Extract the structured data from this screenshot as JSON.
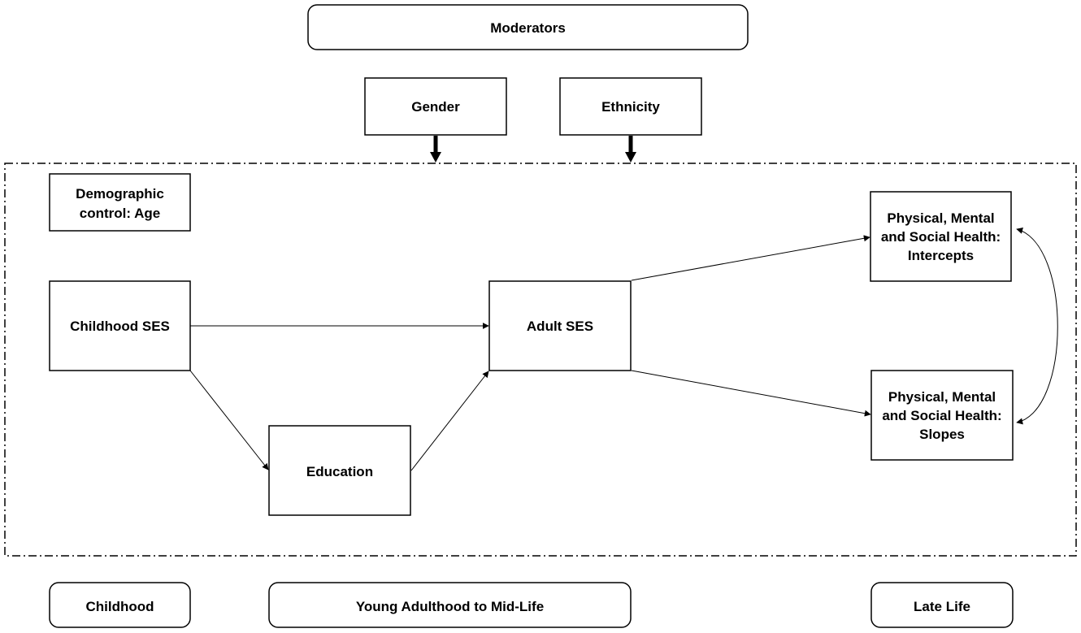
{
  "header": {
    "moderators": "Moderators",
    "gender": "Gender",
    "ethnicity": "Ethnicity"
  },
  "nodes": {
    "demographic_control": [
      "Demographic",
      "control: Age"
    ],
    "childhood_ses": "Childhood SES",
    "education": "Education",
    "adult_ses": "Adult SES",
    "health_intercepts": [
      "Physical, Mental",
      "and Social Health:",
      "Intercepts"
    ],
    "health_slopes": [
      "Physical, Mental",
      "and Social Health:",
      "Slopes"
    ]
  },
  "life_stages": {
    "childhood": "Childhood",
    "young_adulthood": "Young Adulthood to Mid-Life",
    "late_life": "Late Life"
  },
  "colors": {
    "stroke": "#000000",
    "fill": "#ffffff",
    "text": "#000000"
  }
}
